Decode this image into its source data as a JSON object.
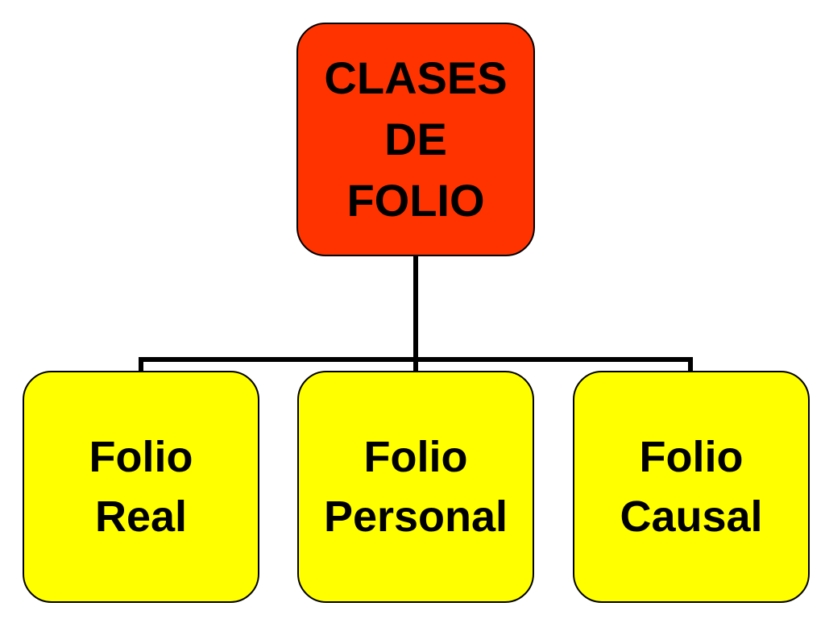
{
  "diagram": {
    "root": {
      "label": "CLASES\nDE\nFOLIO",
      "color": "#ff3300"
    },
    "children": [
      {
        "label": "Folio\nReal"
      },
      {
        "label": "Folio\nPersonal"
      },
      {
        "label": "Folio\nCausal"
      }
    ],
    "child_color": "#ffff00",
    "connector_color": "#000000"
  }
}
